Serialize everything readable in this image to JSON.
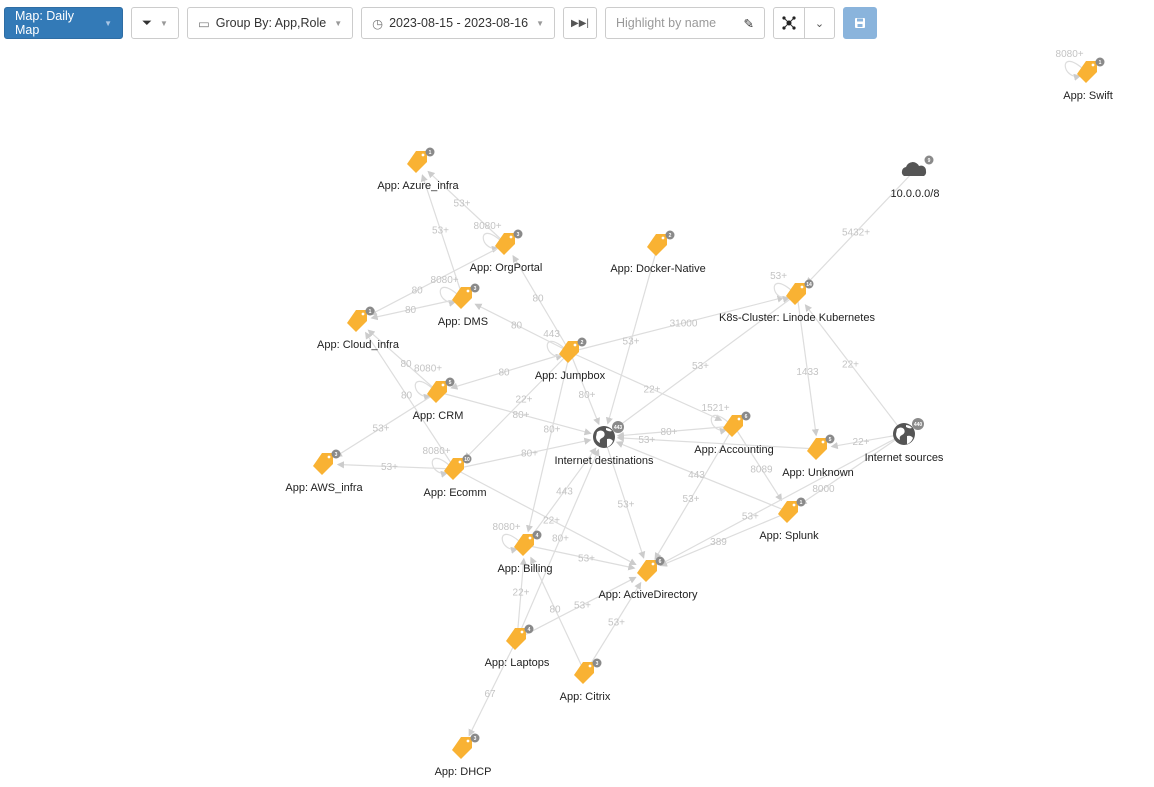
{
  "toolbar": {
    "map_label": "Map: Daily Map",
    "group_by_label": "Group By: App,Role",
    "date_range_label": "2023-08-15 - 2023-08-16",
    "highlight_placeholder": "Highlight by name",
    "icons": {
      "filter": "filter-icon",
      "folder": "folder-icon",
      "clock": "clock-icon",
      "skip": "skip-forward-icon",
      "pencil": "pencil-icon",
      "layout": "graph-layout-icon",
      "chevron": "chevron-down-icon",
      "save": "save-icon"
    }
  },
  "colors": {
    "primary": "#337ab7",
    "save": "#8ab4dc",
    "tag": "#f9b233",
    "badge": "#8a8a8a",
    "edge": "#dddddd",
    "edge_label": "#cccccc"
  },
  "nodes": [
    {
      "id": "swift",
      "label": "App: Swift",
      "type": "app",
      "badge": "1"
    },
    {
      "id": "azure",
      "label": "App: Azure_infra",
      "type": "app",
      "badge": "1"
    },
    {
      "id": "net10",
      "label": "10.0.0.0/8",
      "type": "cloud",
      "badge": "9"
    },
    {
      "id": "orgportal",
      "label": "App: OrgPortal",
      "type": "app",
      "badge": "3"
    },
    {
      "id": "docker",
      "label": "App: Docker-Native",
      "type": "app",
      "badge": "2"
    },
    {
      "id": "dms",
      "label": "App: DMS",
      "type": "app",
      "badge": "3"
    },
    {
      "id": "k8s",
      "label": "K8s-Cluster: Linode Kubernetes",
      "type": "app",
      "badge": "14"
    },
    {
      "id": "cloud",
      "label": "App: Cloud_infra",
      "type": "app",
      "badge": "1"
    },
    {
      "id": "jumpbox",
      "label": "App: Jumpbox",
      "type": "app",
      "badge": "2"
    },
    {
      "id": "crm",
      "label": "App: CRM",
      "type": "app",
      "badge": "5"
    },
    {
      "id": "idest",
      "label": "Internet destinations",
      "type": "globe",
      "badge": "443"
    },
    {
      "id": "accounting",
      "label": "App: Accounting",
      "type": "app",
      "badge": "6"
    },
    {
      "id": "unknown",
      "label": "App: Unknown",
      "type": "app",
      "badge": "5"
    },
    {
      "id": "isrc",
      "label": "Internet sources",
      "type": "globe",
      "badge": "440"
    },
    {
      "id": "aws",
      "label": "App: AWS_infra",
      "type": "app",
      "badge": "3"
    },
    {
      "id": "ecomm",
      "label": "App: Ecomm",
      "type": "app",
      "badge": "10"
    },
    {
      "id": "splunk",
      "label": "App: Splunk",
      "type": "app",
      "badge": "1"
    },
    {
      "id": "billing",
      "label": "App: Billing",
      "type": "app",
      "badge": "4"
    },
    {
      "id": "ad",
      "label": "App: ActiveDirectory",
      "type": "app",
      "badge": "6"
    },
    {
      "id": "laptops",
      "label": "App: Laptops",
      "type": "app",
      "badge": "4"
    },
    {
      "id": "citrix",
      "label": "App: Citrix",
      "type": "app",
      "badge": "3"
    },
    {
      "id": "dhcp",
      "label": "App: DHCP",
      "type": "app",
      "badge": "3"
    }
  ],
  "edges": [
    {
      "from": "swift",
      "to": "swift",
      "label": "8080+"
    },
    {
      "from": "dms",
      "to": "azure",
      "label": "53+"
    },
    {
      "from": "orgportal",
      "to": "azure",
      "label": "53+"
    },
    {
      "from": "orgportal",
      "to": "orgportal",
      "label": "8080+"
    },
    {
      "from": "dms",
      "to": "dms",
      "label": "8080+"
    },
    {
      "from": "orgportal",
      "to": "cloud",
      "label": "80"
    },
    {
      "from": "dms",
      "to": "cloud",
      "label": "80"
    },
    {
      "from": "jumpbox",
      "to": "orgportal",
      "label": "80"
    },
    {
      "from": "jumpbox",
      "to": "dms",
      "label": "80"
    },
    {
      "from": "jumpbox",
      "to": "jumpbox",
      "label": "443"
    },
    {
      "from": "jumpbox",
      "to": "k8s",
      "label": "31000"
    },
    {
      "from": "net10",
      "to": "k8s",
      "label": "5432+"
    },
    {
      "from": "k8s",
      "to": "k8s",
      "label": "53+"
    },
    {
      "from": "isrc",
      "to": "k8s",
      "label": "22+"
    },
    {
      "from": "k8s",
      "to": "unknown",
      "label": "1433"
    },
    {
      "from": "k8s",
      "to": "idest",
      "label": "53+"
    },
    {
      "from": "docker",
      "to": "idest",
      "label": "53+"
    },
    {
      "from": "jumpbox",
      "to": "idest",
      "label": "80+"
    },
    {
      "from": "jumpbox",
      "to": "accounting",
      "label": "22+"
    },
    {
      "from": "accounting",
      "to": "accounting",
      "label": "1521+"
    },
    {
      "from": "accounting",
      "to": "idest",
      "label": "80+"
    },
    {
      "from": "unknown",
      "to": "idest",
      "label": "53+"
    },
    {
      "from": "isrc",
      "to": "unknown",
      "label": "22+"
    },
    {
      "from": "accounting",
      "to": "splunk",
      "label": "8089"
    },
    {
      "from": "isrc",
      "to": "splunk",
      "label": "8000"
    },
    {
      "from": "splunk",
      "to": "idest",
      "label": "443"
    },
    {
      "from": "splunk",
      "to": "ad",
      "label": "389"
    },
    {
      "from": "isrc",
      "to": "ad",
      "label": "53+"
    },
    {
      "from": "accounting",
      "to": "ad",
      "label": "53+"
    },
    {
      "from": "idest",
      "to": "ad",
      "label": "53+"
    },
    {
      "from": "crm",
      "to": "cloud",
      "label": "80"
    },
    {
      "from": "crm",
      "to": "crm",
      "label": "8080+"
    },
    {
      "from": "jumpbox",
      "to": "crm",
      "label": "80"
    },
    {
      "from": "crm",
      "to": "idest",
      "label": "80+"
    },
    {
      "from": "crm",
      "to": "aws",
      "label": "53+"
    },
    {
      "from": "ecomm",
      "to": "cloud",
      "label": "80"
    },
    {
      "from": "ecomm",
      "to": "aws",
      "label": "53+"
    },
    {
      "from": "ecomm",
      "to": "ecomm",
      "label": "8080+"
    },
    {
      "from": "ecomm",
      "to": "idest",
      "label": "80+"
    },
    {
      "from": "jumpbox",
      "to": "ecomm",
      "label": "22+"
    },
    {
      "from": "ecomm",
      "to": "ad",
      "label": "22+"
    },
    {
      "from": "jumpbox",
      "to": "billing",
      "label": "80+"
    },
    {
      "from": "billing",
      "to": "billing",
      "label": "8080+"
    },
    {
      "from": "billing",
      "to": "idest",
      "label": "443"
    },
    {
      "from": "billing",
      "to": "ad",
      "label": "53+"
    },
    {
      "from": "laptops",
      "to": "billing",
      "label": "22+"
    },
    {
      "from": "laptops",
      "to": "idest",
      "label": "80+"
    },
    {
      "from": "laptops",
      "to": "ad",
      "label": "53+"
    },
    {
      "from": "citrix",
      "to": "billing",
      "label": "80"
    },
    {
      "from": "citrix",
      "to": "ad",
      "label": "53+"
    },
    {
      "from": "laptops",
      "to": "dhcp",
      "label": "67"
    }
  ]
}
